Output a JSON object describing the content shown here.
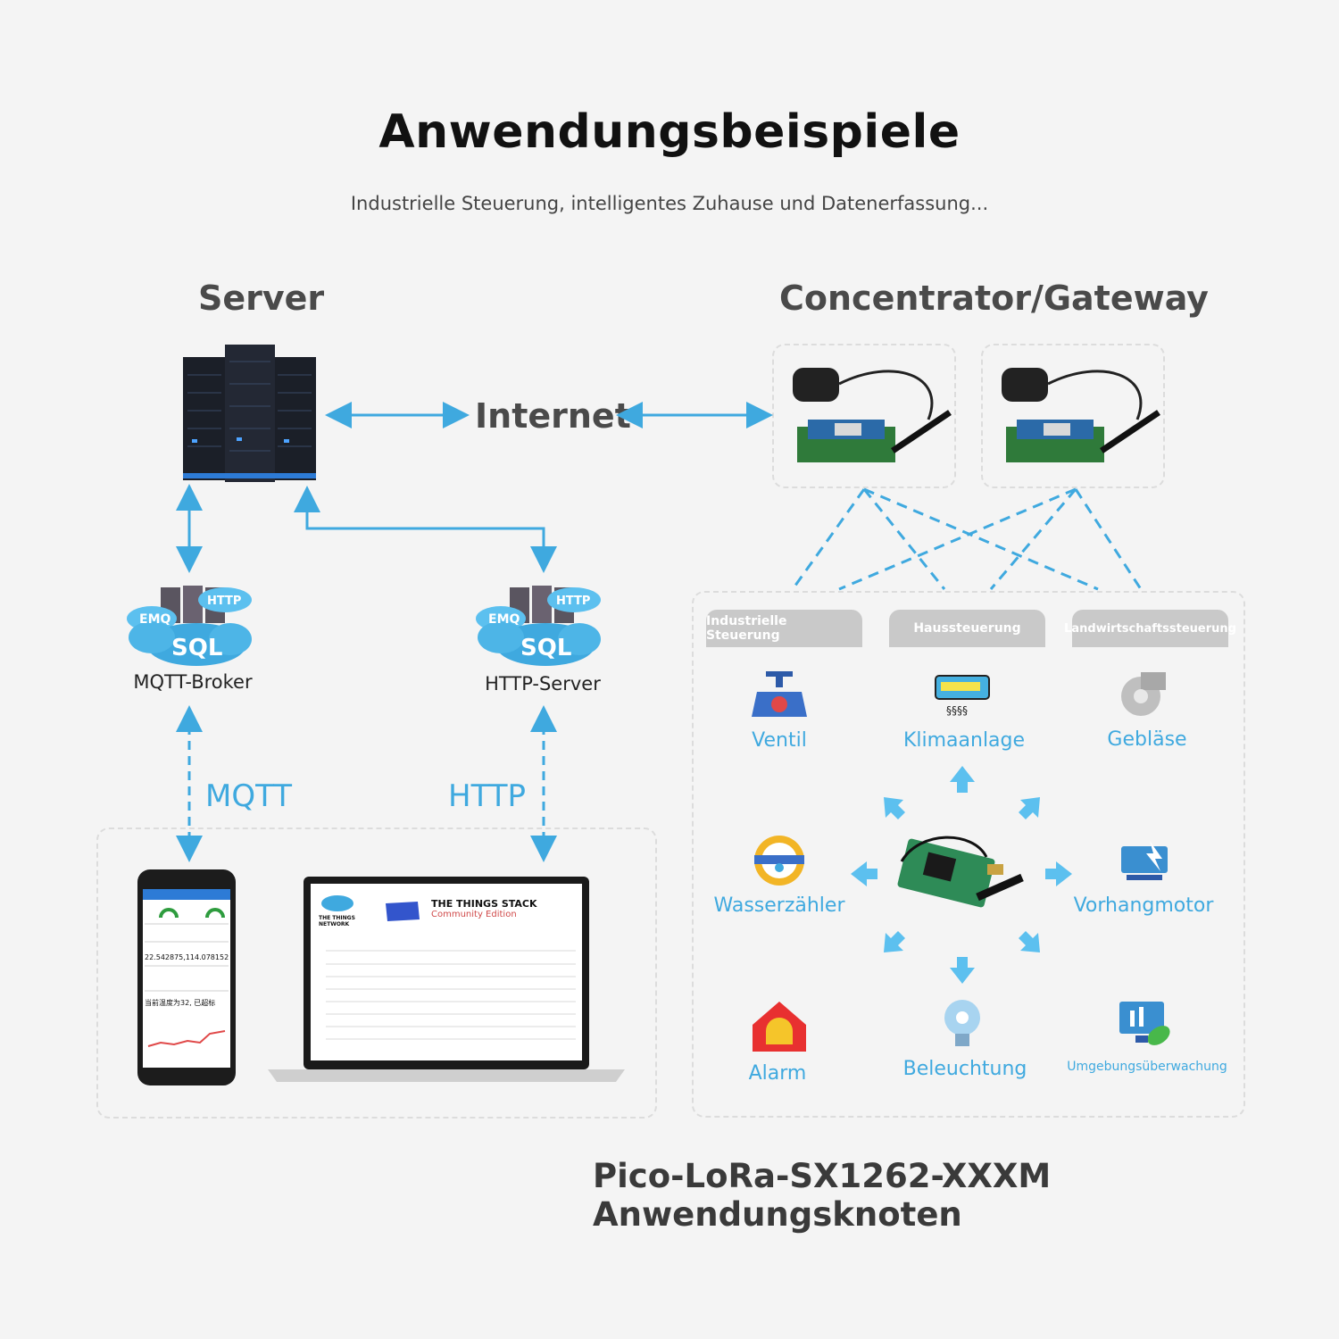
{
  "title": "Anwendungsbeispiele",
  "subtitle": "Industrielle Steuerung, intelligentes Zuhause und Datenerfassung...",
  "server": {
    "heading": "Server"
  },
  "gateway": {
    "heading": "Concentrator/Gateway"
  },
  "internet_label": "Internet",
  "mqtt_broker": {
    "label": "MQTT-Broker",
    "cloud_texts": [
      "EMQ",
      "HTTP",
      "SQL"
    ]
  },
  "http_server": {
    "label": "HTTP-Server",
    "cloud_texts": [
      "EMQ",
      "HTTP",
      "SQL"
    ]
  },
  "protocols": {
    "mqtt": "MQTT",
    "http": "HTTP"
  },
  "laptop": {
    "app_title": "THE THINGS STACK",
    "app_subtitle": "Community Edition",
    "network_logo": "THE THINGS NETWORK"
  },
  "phone": {
    "reading_1": "22.542875,114.078152",
    "reading_2": "当前温度为32, 已超标"
  },
  "categories": [
    "Industrielle Steuerung",
    "Haussteuerung",
    "Landwirtschaftssteuerung"
  ],
  "devices": {
    "ventil": "Ventil",
    "klimaanlage": "Klimaanlage",
    "geblaese": "Gebläse",
    "wasserzaehler": "Wasserzähler",
    "vorhangmotor": "Vorhangmotor",
    "alarm": "Alarm",
    "beleuchtung": "Beleuchtung",
    "umgebung": "Umgebungsüberwachung"
  },
  "footer": "Pico-LoRa-SX1262-XXXM Anwendungsknoten",
  "colors": {
    "accent": "#3fa9df",
    "heading": "#4a4a4a",
    "tab": "#c9c9c9"
  }
}
